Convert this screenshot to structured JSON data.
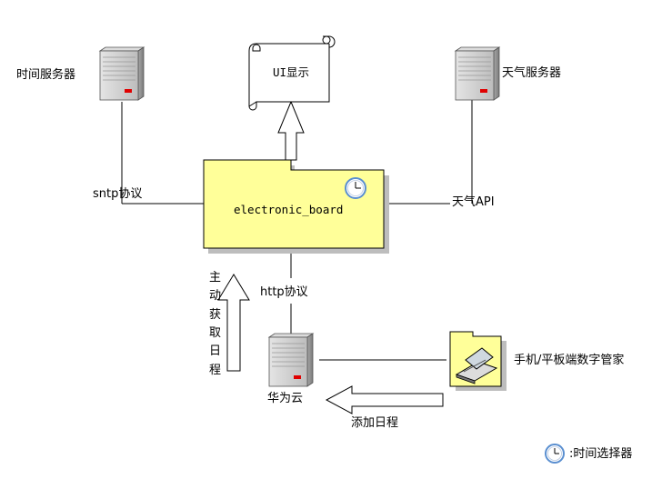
{
  "nodes": {
    "time_server": {
      "label": "时间服务器"
    },
    "weather_server": {
      "label": "天气服务器"
    },
    "ui_display": {
      "label": "UI显示"
    },
    "board": {
      "label": "electronic_board"
    },
    "cloud": {
      "label": "华为云"
    },
    "mobile": {
      "label": "手机/平板端数字管家"
    }
  },
  "edges": {
    "sntp": {
      "label": "sntp协议"
    },
    "weather_api": {
      "label": "天气API"
    },
    "http": {
      "label": "http协议"
    },
    "fetch_schedule": {
      "label": "主动获取日程",
      "chars": [
        "主",
        "动",
        "获",
        "取",
        "日",
        "程"
      ]
    },
    "add_schedule": {
      "label": "添加日程"
    }
  },
  "legend": {
    "text": ":时间选择器",
    "icon": "clock-icon"
  },
  "colors": {
    "board_fill": "#ffff99",
    "folder_fill": "#ffff99",
    "server_body": "#c8c8c8",
    "server_led": "#e00000",
    "clock_ring": "#5a8fd0"
  }
}
